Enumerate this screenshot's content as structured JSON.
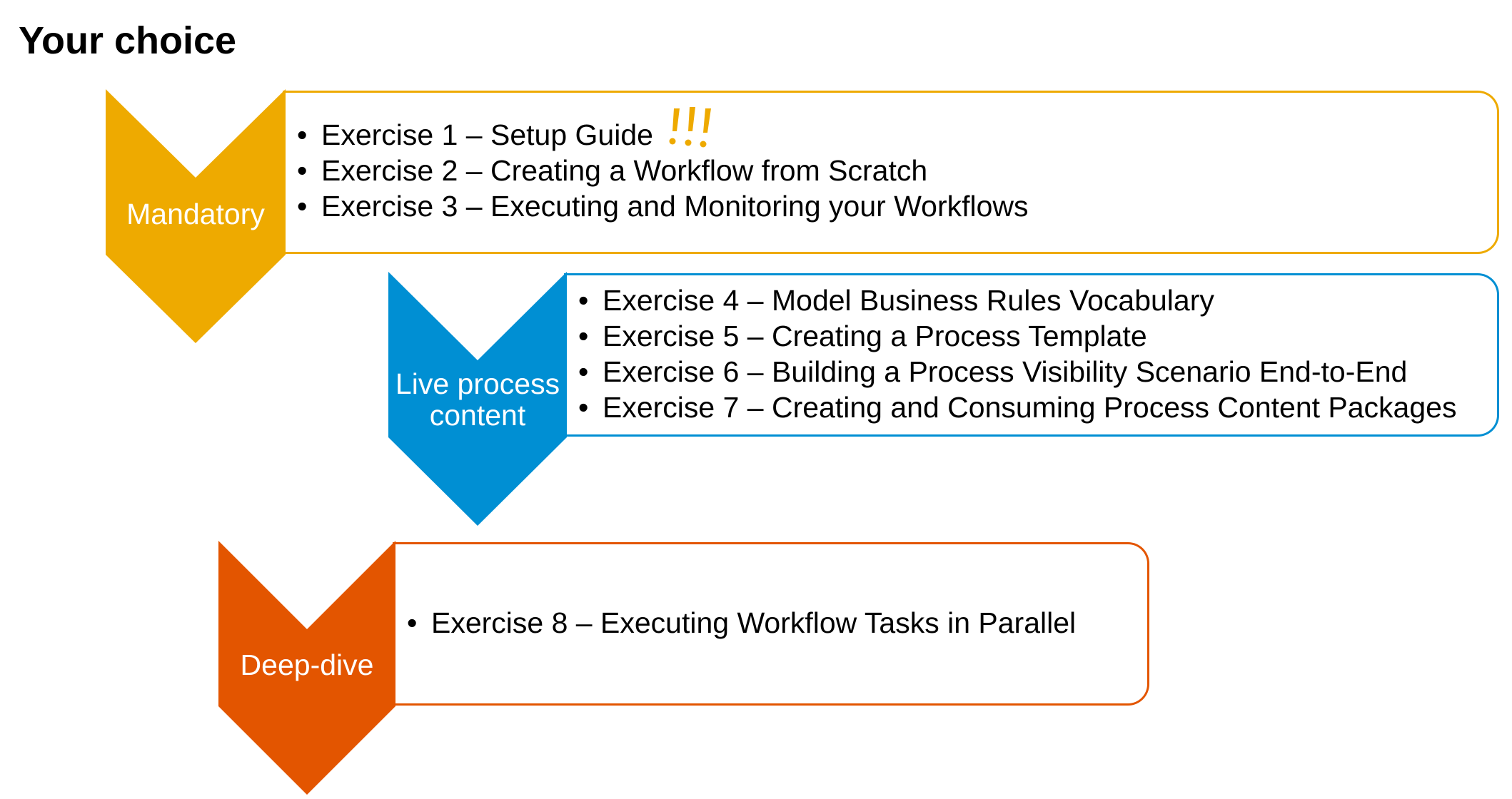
{
  "title": "Your choice",
  "sections": [
    {
      "label": "Mandatory",
      "color": "#EEAA00",
      "items": [
        "Exercise 1 – Setup Guide",
        "Exercise 2 – Creating a Workflow from Scratch",
        "Exercise 3 – Executing and Monitoring your Workflows"
      ]
    },
    {
      "label": "Live process content",
      "color": "#008FD3",
      "items": [
        "Exercise 4 – Model Business Rules Vocabulary",
        "Exercise 5 – Creating a Process Template",
        "Exercise 6 – Building a Process Visibility Scenario End-to-End",
        "Exercise 7 – Creating and Consuming Process Content Packages"
      ]
    },
    {
      "label": "Deep-dive",
      "color": "#E35500",
      "items": [
        "Exercise 8 – Executing Workflow Tasks in Parallel"
      ]
    }
  ],
  "bullet_char": "•",
  "emphasis_icon": "exclamation-marks-icon"
}
